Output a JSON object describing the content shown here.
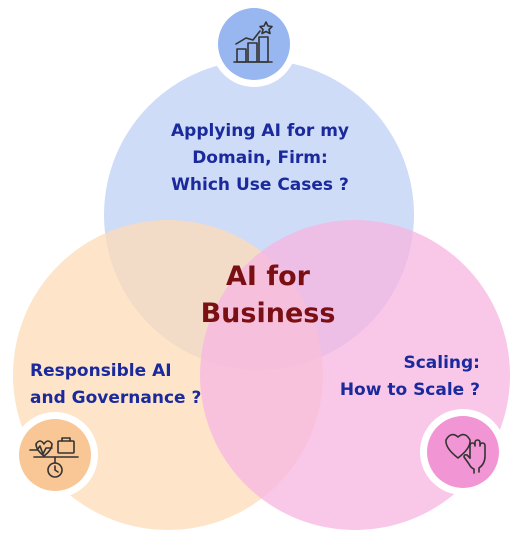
{
  "center": {
    "line1": "AI for",
    "line2": "Business"
  },
  "segments": [
    {
      "id": "top",
      "line1": "Applying AI for my",
      "line2": "Domain, Firm:",
      "line3": "Which Use Cases ?",
      "icon": "growth-chart-star-icon"
    },
    {
      "id": "left",
      "line1": "Responsible AI",
      "line2": "and Governance ?",
      "icon": "balance-scale-clock-icon"
    },
    {
      "id": "right",
      "line1": "Scaling:",
      "line2": "How to Scale ?",
      "icon": "heart-hand-icon"
    }
  ],
  "colors": {
    "top_fill": "#c6d6f7",
    "left_fill": "#fddcb8",
    "right_fill": "#f7b5e1",
    "label_text": "#1a2a9c",
    "center_text": "#7a0f14",
    "top_badge": "#98b6ef",
    "left_badge": "#f9c795",
    "right_badge": "#f195d4"
  }
}
